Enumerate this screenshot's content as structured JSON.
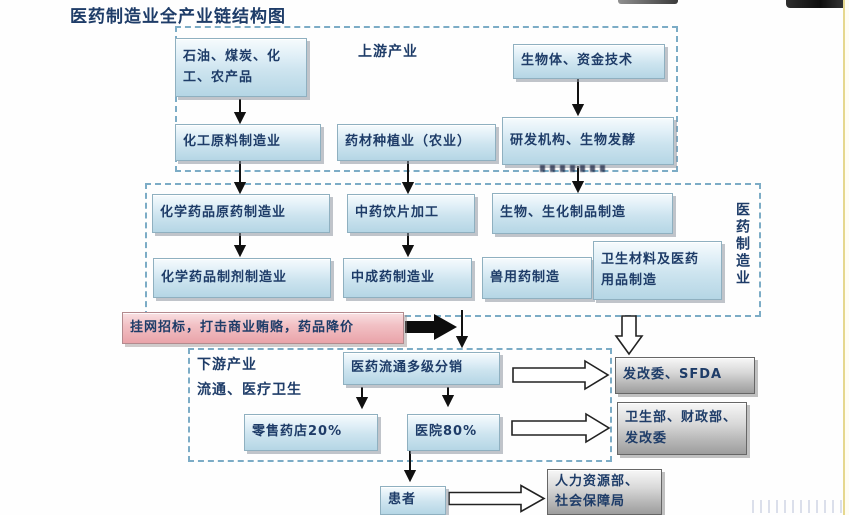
{
  "title": "医药制造业全产业链结构图",
  "colors": {
    "navy": "#1e3c68",
    "dashed": "#7cacc6",
    "yellow-line": "#e6d88e",
    "box-blue-top": "#f6fbfd",
    "box-blue-bottom": "#b5d6e5",
    "box-gray-bottom": "#9d9d9d",
    "banner-pink": "#f2c1c5"
  },
  "upstream": {
    "label": "上游产业",
    "nodes": {
      "petroleum": "石油、煤炭、化\n工、农产品",
      "bio_capital": "生物体、资金技术",
      "chem_raw": "化工原料制造业",
      "herb_planting": "药材种植业（农业）",
      "rnd_ferment": "研发机构、生物发酵"
    }
  },
  "manufacturing": {
    "side_label": "医药制造业",
    "nodes": {
      "chem_api": "化学药品原药制造业",
      "tcm_pieces": "中药饮片加工",
      "bio_products": "生物、生化制品制造",
      "chem_prep": "化学药品制剂制造业",
      "patent_med": "中成药制造业",
      "vet_med": "兽用药制造",
      "sanitary": "卫生材料及医药\n用品制造"
    }
  },
  "policy_banner": "挂网招标，打击商业贿赂，药品降价",
  "downstream": {
    "label_line1": "下游产业",
    "label_line2": "流通、医疗卫生",
    "nodes": {
      "distribution": "医药流通多级分销",
      "retail": "零售药店20%",
      "hospital": "医院80%",
      "patient": "患者"
    }
  },
  "regulators": {
    "ndrc_sfda": "发改委、SFDA",
    "moh_mof_ndrc": "卫生部、财政部、\n发改委",
    "hr_social": "人力资源部、\n社会保障局"
  }
}
